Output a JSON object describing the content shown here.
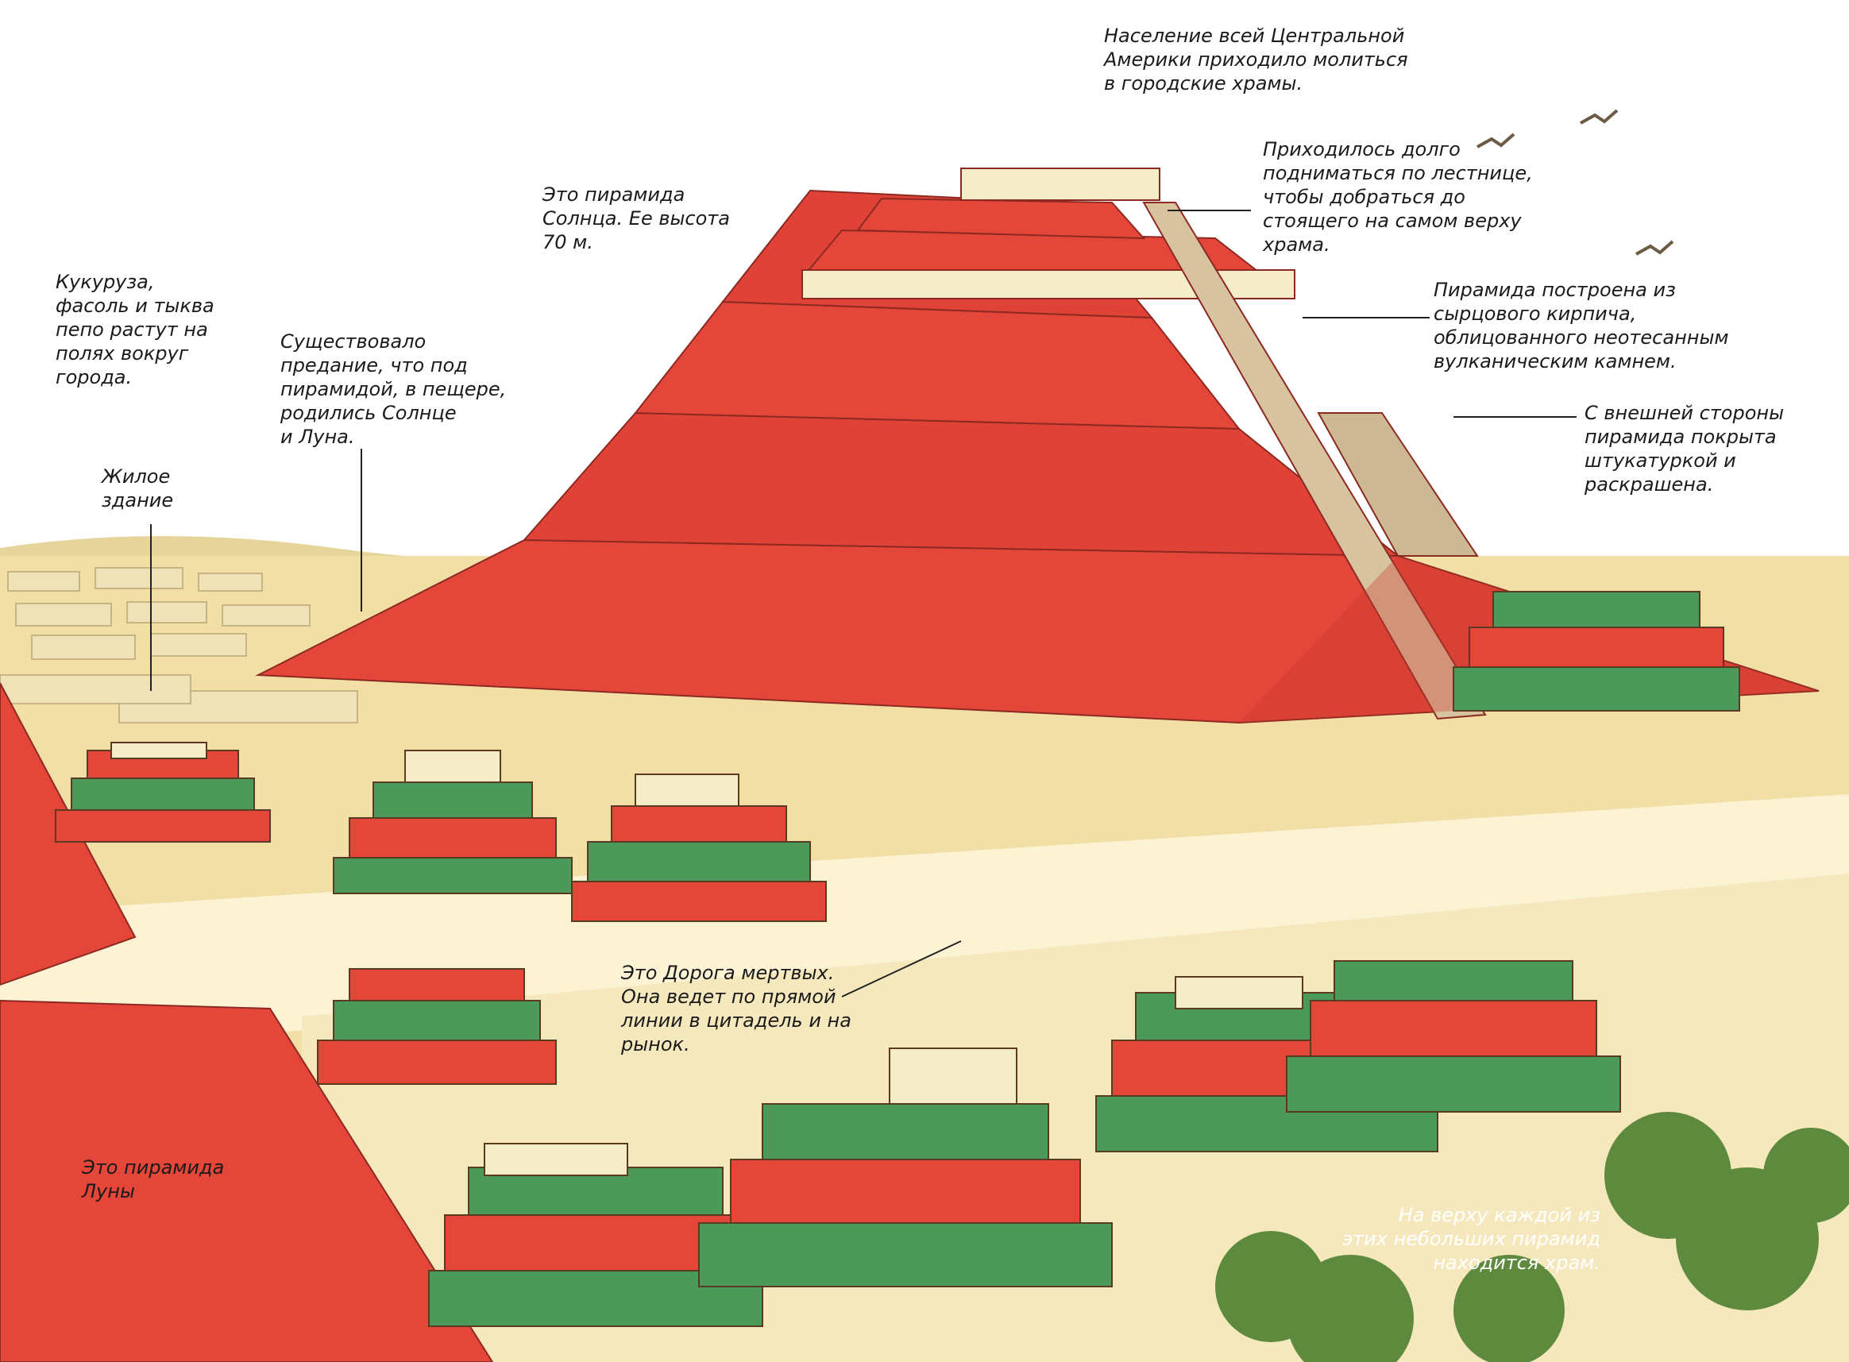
{
  "colors": {
    "pyramid_red": "#e4463a",
    "pyramid_red_dark": "#c9382e",
    "plaza": "#fbf3d4",
    "ground": "#f2dfa6",
    "temple_green": "#4c9a5a",
    "trees": "#5d8a3c"
  },
  "labels": {
    "population": "Население всей Центральной\nАмерики приходило молиться\nв городские храмы.",
    "sun_pyramid": "Это пирамида\nСолнца. Ее высота\n70 м.",
    "stairs": "Приходилось долго\nподниматься по лестнице,\nчтобы добраться до\nстоящего на самом верху\nхрама.",
    "crops": "Кукуруза,\nфасоль и тыква\nпепо растут на\nполях вокруг\nгорода.",
    "legend": "Существовало\nпредание, что под\nпирамидой, в пещере,\nродились Солнце\nи Луна.",
    "brick": "Пирамида построена из\nсырцового кирпича,\nоблицованного неотесанным\nвулканическим камнем.",
    "stucco": "С внешней стороны\nпирамида покрыта\nштукатуркой и\nраскрашена.",
    "dwelling": "Жилое\nздание",
    "road": "Это Дорога мертвых.\nОна ведет по прямой\nлинии в цитадель и на\nрынок.",
    "moon_pyramid": "Это пирамида\nЛуны",
    "temples": "На верху каждой из\nэтих небольших пирамид\nнаходится храм."
  }
}
